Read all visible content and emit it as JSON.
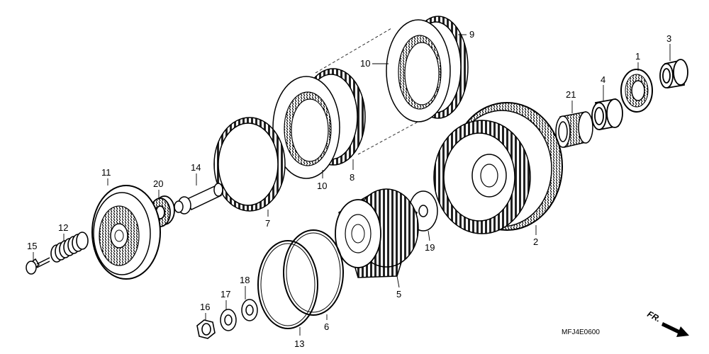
{
  "labels": {
    "p1": "1",
    "p2": "2",
    "p3": "3",
    "p4": "4",
    "p5": "5",
    "p6": "6",
    "p7": "7",
    "p8": "8",
    "p9": "9",
    "p10a": "10",
    "p10b": "10",
    "p11": "11",
    "p12": "12",
    "p13": "13",
    "p14": "14",
    "p15": "15",
    "p16": "16",
    "p17": "17",
    "p18": "18",
    "p19": "19",
    "p20": "20",
    "p21": "21"
  },
  "diagram_code": "MFJ4E0600",
  "direction_label": "FR."
}
